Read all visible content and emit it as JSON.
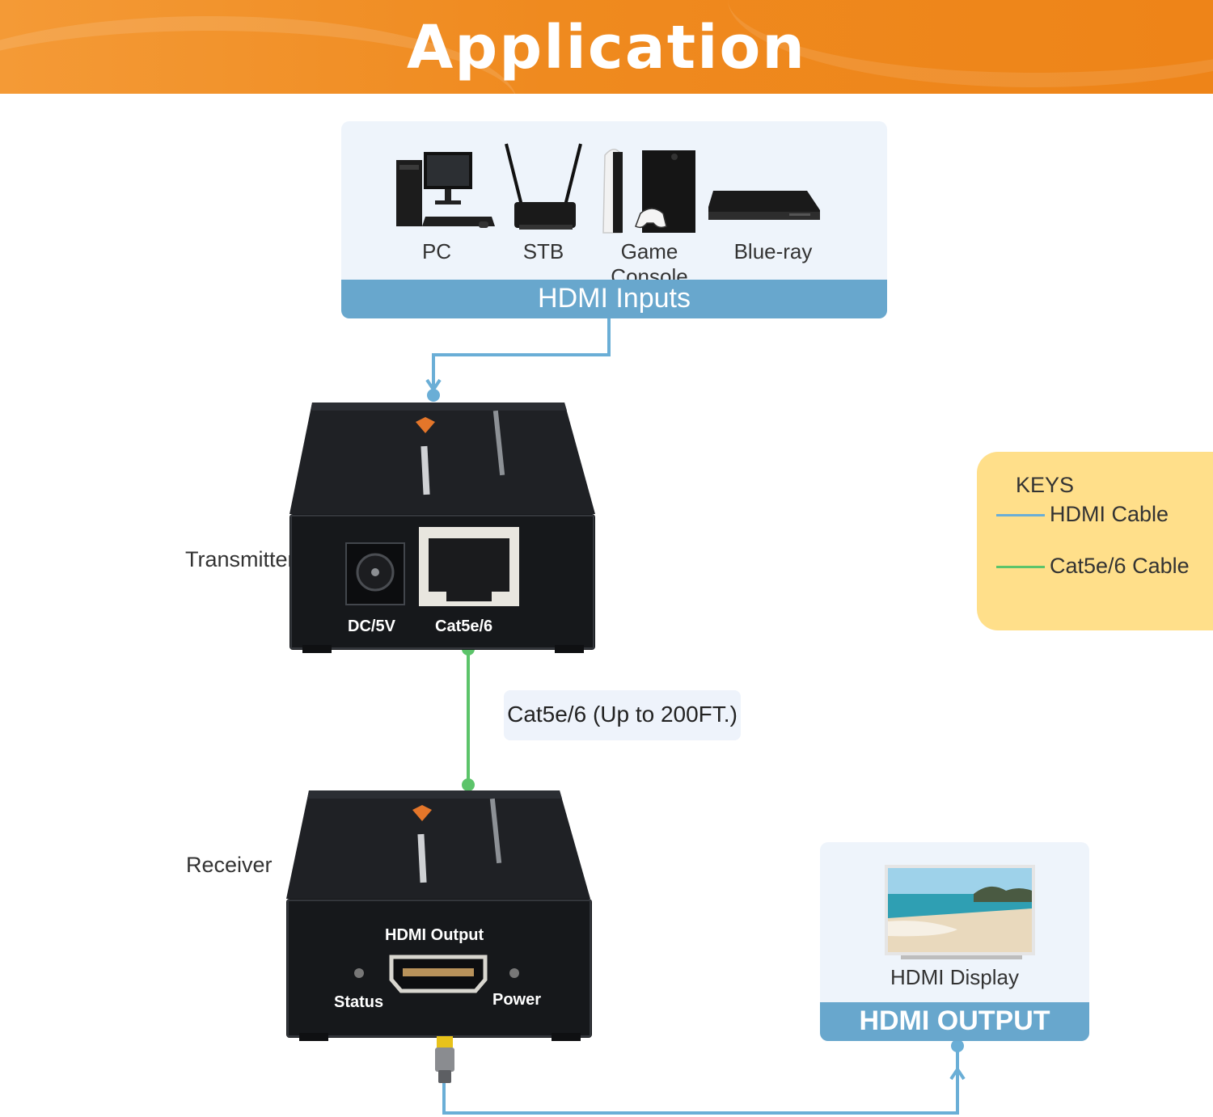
{
  "banner": {
    "title": "Application"
  },
  "inputs": {
    "bar_label": "HDMI Inputs",
    "devices": [
      {
        "label": "PC",
        "icon": "pc-icon"
      },
      {
        "label": "STB",
        "icon": "router-icon"
      },
      {
        "label": "Game Console",
        "icon": "game-console-icon"
      },
      {
        "label": "Blue-ray",
        "icon": "bluray-player-icon"
      }
    ]
  },
  "transmitter": {
    "label": "Transmitter",
    "ports": {
      "power": "DC/5V",
      "ethernet": "Cat5e/6"
    }
  },
  "cable": {
    "label": "Cat5e/6 (Up to 200FT.)"
  },
  "receiver": {
    "label": "Receiver",
    "ports": {
      "hdmi": "HDMI Output",
      "status": "Status",
      "power": "Power"
    }
  },
  "output": {
    "display_label": "HDMI Display",
    "bar_label": "HDMI OUTPUT"
  },
  "keys": {
    "title": "KEYS",
    "items": [
      {
        "label": "HDMI Cable",
        "color": "#6aaed6"
      },
      {
        "label": "Cat5e/6 Cable",
        "color": "#5cc46a"
      }
    ]
  },
  "colors": {
    "banner": "#ee8418",
    "hdmi_line": "#6aaed6",
    "cat_line": "#5cc46a",
    "panel_bar": "#68a7cd",
    "keys_bg": "#ffdf8a"
  }
}
